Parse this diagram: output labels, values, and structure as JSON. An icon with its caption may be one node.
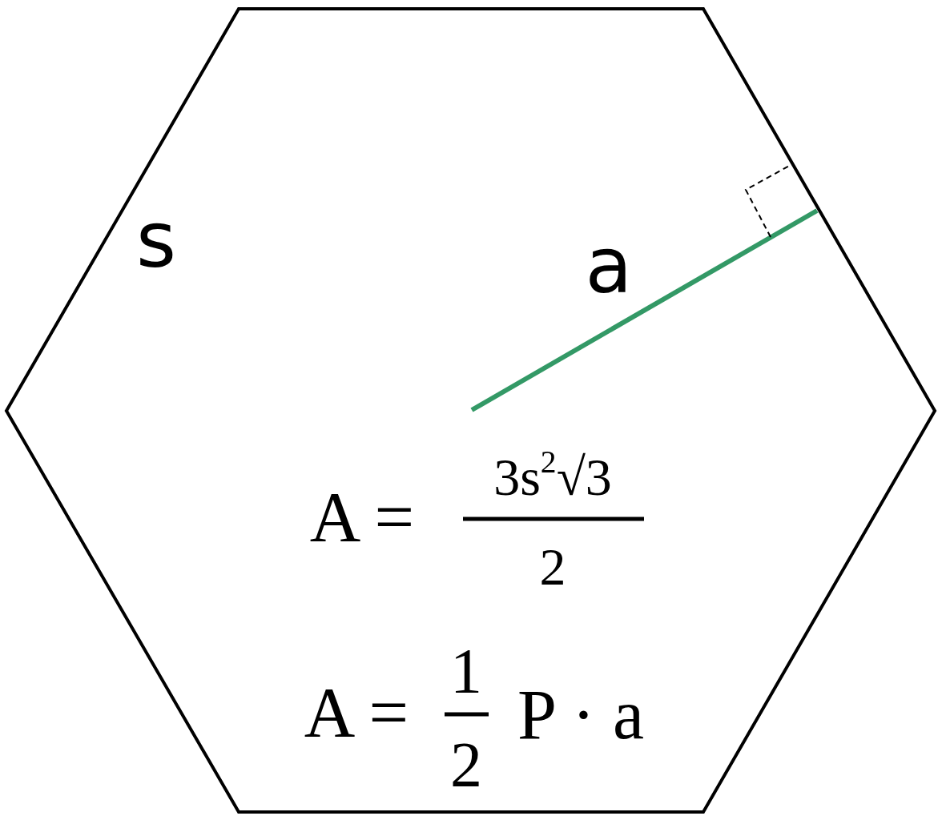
{
  "diagram": {
    "labels": [
      "s",
      "a",
      "A =",
      "3s$^{2}$√3",
      "2",
      "A =",
      "1",
      "2",
      "P · a"
    ]
  }
}
